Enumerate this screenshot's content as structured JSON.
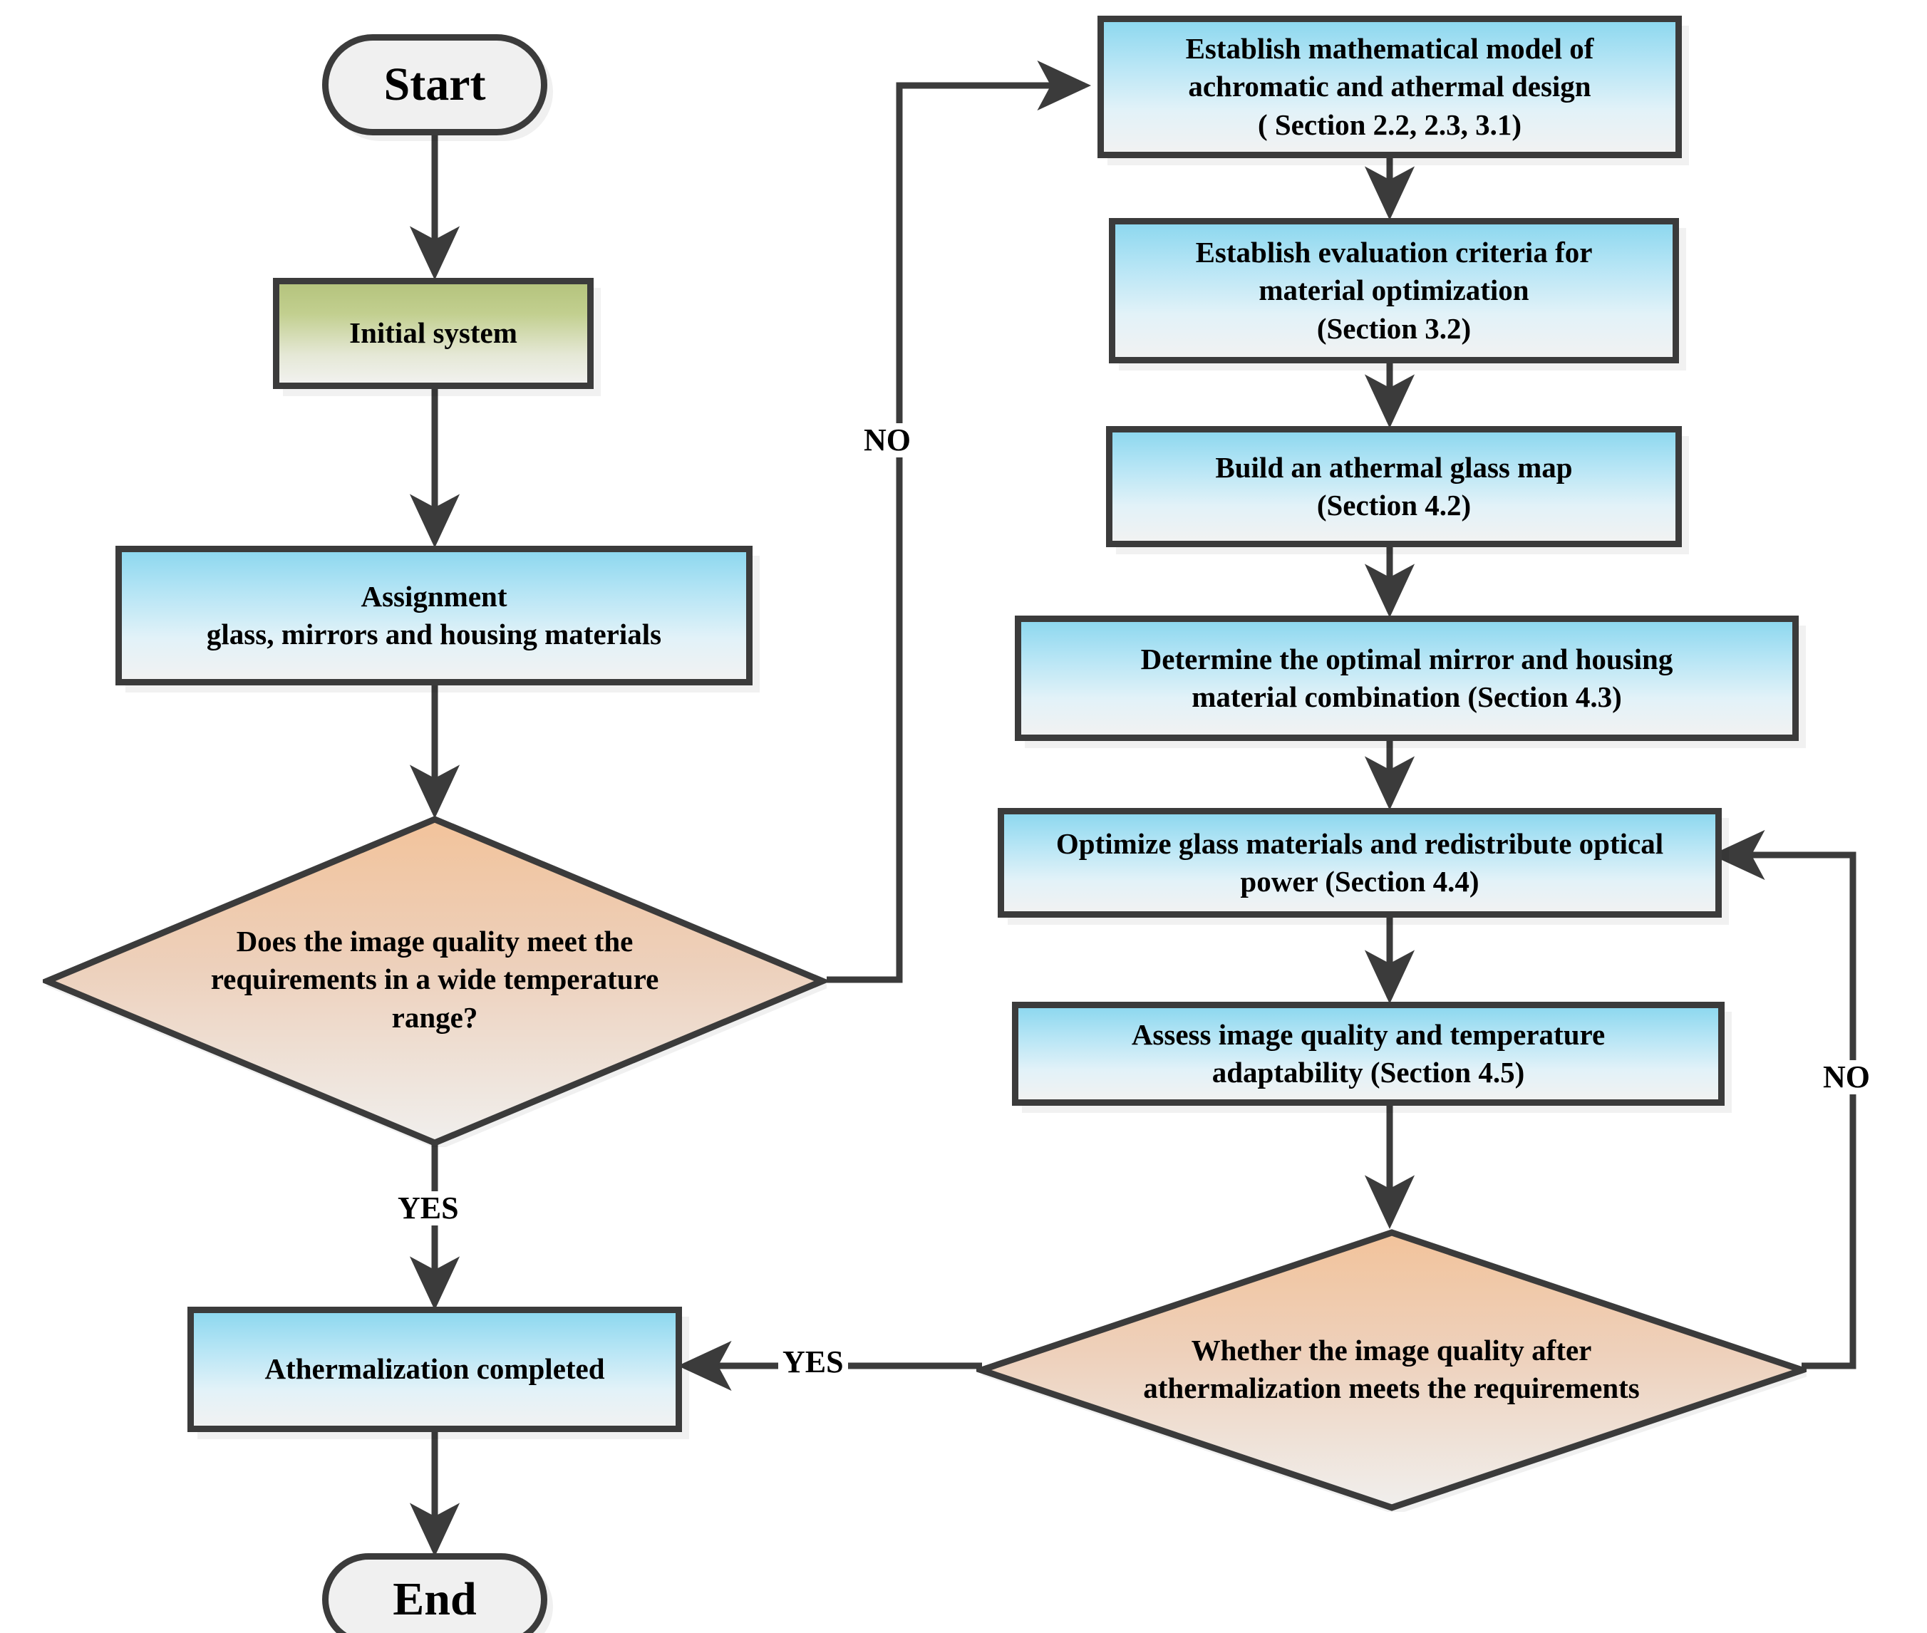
{
  "diagram": {
    "type": "flowchart",
    "title": "Athermalization design flowchart",
    "colors": {
      "process_fill_top": "#8ed8ef",
      "process_fill_bottom": "#f1f2f2",
      "initial_fill_top": "#b5c47e",
      "decision_fill_top": "#f2c39b",
      "decision_fill_bottom": "#f0efed",
      "stroke": "#3b3b3b",
      "terminator_fill": "#f0f0f0",
      "text": "#000000"
    }
  },
  "nodes": {
    "start": {
      "label": "Start",
      "shape": "terminator"
    },
    "initial_system": {
      "label": "Initial system",
      "shape": "process"
    },
    "assignment": {
      "shape": "process",
      "line1": "Assignment",
      "line2": "glass, mirrors and housing materials"
    },
    "decision1": {
      "shape": "decision",
      "line1": "Does the image quality meet the",
      "line2": "requirements in a wide temperature",
      "line3": "range?"
    },
    "athermalization_completed": {
      "label": "Athermalization completed",
      "shape": "process"
    },
    "end": {
      "label": "End",
      "shape": "terminator"
    },
    "establish_model": {
      "shape": "process",
      "line1": "Establish mathematical model of",
      "line2": "achromatic and athermal  design",
      "line3": "( Section 2.2, 2.3, 3.1)"
    },
    "evaluation_criteria": {
      "shape": "process",
      "line1": "Establish evaluation criteria for",
      "line2": "material optimization",
      "line3": "(Section 3.2)"
    },
    "glass_map": {
      "shape": "process",
      "line1": "Build an athermal glass map",
      "line2": "(Section 4.2)"
    },
    "mirror_housing": {
      "shape": "process",
      "line1": "Determine the optimal  mirror and housing",
      "line2": "material combination (Section 4.3)"
    },
    "optimize_glass": {
      "shape": "process",
      "line1": "Optimize glass materials and redistribute optical",
      "line2": "power (Section 4.4)"
    },
    "assess_quality": {
      "shape": "process",
      "line1": "Assess image quality and temperature",
      "line2": "adaptability (Section 4.5)"
    },
    "decision2": {
      "shape": "decision",
      "line1": "Whether the image quality after",
      "line2": "athermalization meets the requirements"
    }
  },
  "edge_labels": {
    "no_left": "NO",
    "yes_left": "YES",
    "yes_bottom": "YES",
    "no_right": "NO"
  },
  "edges": [
    {
      "from": "start",
      "to": "initial_system",
      "label": ""
    },
    {
      "from": "initial_system",
      "to": "assignment",
      "label": ""
    },
    {
      "from": "assignment",
      "to": "decision1",
      "label": ""
    },
    {
      "from": "decision1",
      "to": "establish_model",
      "label": "NO"
    },
    {
      "from": "decision1",
      "to": "athermalization_completed",
      "label": "YES"
    },
    {
      "from": "athermalization_completed",
      "to": "end",
      "label": ""
    },
    {
      "from": "establish_model",
      "to": "evaluation_criteria",
      "label": ""
    },
    {
      "from": "evaluation_criteria",
      "to": "glass_map",
      "label": ""
    },
    {
      "from": "glass_map",
      "to": "mirror_housing",
      "label": ""
    },
    {
      "from": "mirror_housing",
      "to": "optimize_glass",
      "label": ""
    },
    {
      "from": "optimize_glass",
      "to": "assess_quality",
      "label": ""
    },
    {
      "from": "assess_quality",
      "to": "decision2",
      "label": ""
    },
    {
      "from": "decision2",
      "to": "athermalization_completed",
      "label": "YES"
    },
    {
      "from": "decision2",
      "to": "optimize_glass",
      "label": "NO"
    }
  ]
}
